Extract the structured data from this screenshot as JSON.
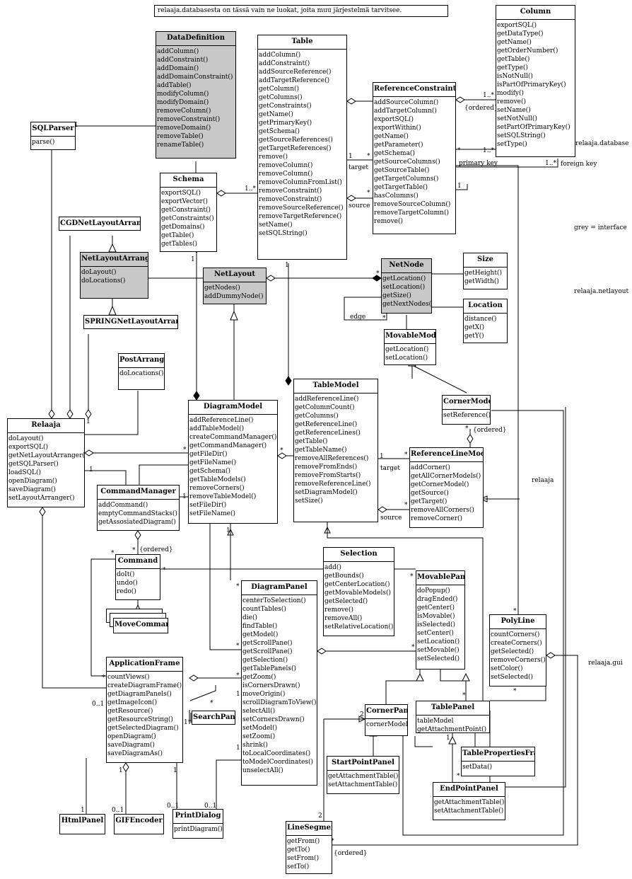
{
  "note": "relaaja.databasesta on tässä vain ne luokat, joita muu järjestelmä tarvitsee.",
  "packages": {
    "database": "relaaja.database",
    "interface_legend": "grey = interface",
    "netlayout": "relaaja.netlayout",
    "relaaja": "relaaja",
    "gui": "relaaja.gui"
  },
  "classes": {
    "DataDefinition": {
      "name": "DataDefinition",
      "methods": [
        "addColumn()",
        "addConstraint()",
        "addDomain()",
        "addDomainConstraint()",
        "addTable()",
        "modifyColumn()",
        "modifyDomain()",
        "removeColumn()",
        "removeConstraint()",
        "removeDomain()",
        "removeTable()",
        "renameTable()"
      ]
    },
    "Table": {
      "name": "Table",
      "methods": [
        "addColumn()",
        "addConstraint()",
        "addSourceReference()",
        "addTargetReference()",
        "getColumn()",
        "getColumns()",
        "getConstraints()",
        "getName()",
        "getPrimaryKey()",
        "getSchema()",
        "getSourceReferences()",
        "getTargetReferences()",
        "remove()",
        "removeColumn()",
        "removeColumn()",
        "removeColumnFromList()",
        "removeConstraint()",
        "removeConstraint()",
        "removeSourceReference()",
        "removeTargetReference()",
        "setName()",
        "setSQLString()"
      ]
    },
    "Column": {
      "name": "Column",
      "methods": [
        "exportSQL()",
        "getDataType()",
        "getName()",
        "getOrderNumber()",
        "getTable()",
        "getType()",
        "isNotNull()",
        "isPartOfPrimaryKey()",
        "modify()",
        "remove()",
        "setName()",
        "setNotNull()",
        "setPartOfPrimaryKey()",
        "setSQLString()",
        "setType()"
      ]
    },
    "ReferenceConstraint": {
      "name": "ReferenceConstraint",
      "methods": [
        "addSourceColumn()",
        "addTargetColumn()",
        "exportSQL()",
        "exportWithin()",
        "getName()",
        "getParameter()",
        "getSchema()",
        "getSourceColumns()",
        "getSourceTable()",
        "getTargetColumns()",
        "getTargetTable()",
        "hasColumns()",
        "removeSourceColumn()",
        "removeTargetColumn()",
        "remove()"
      ]
    },
    "SQLParser": {
      "name": "SQLParser",
      "methods": [
        "parse()"
      ]
    },
    "Schema": {
      "name": "Schema",
      "methods": [
        "exportSQL()",
        "exportVector()",
        "getConstraint()",
        "getConstraints()",
        "getDomains()",
        "getTable()",
        "getTables()"
      ]
    },
    "CGDNetLayoutArranger": {
      "name": "CGDNetLayoutArranger",
      "methods": []
    },
    "NetLayoutArranger": {
      "name": "NetLayoutArranger",
      "methods": [
        "doLayout()",
        "doLocations()"
      ]
    },
    "NetLayout": {
      "name": "NetLayout",
      "methods": [
        "getNodes()",
        "addDummyNode()"
      ]
    },
    "NetNode": {
      "name": "NetNode",
      "methods": [
        "getLocation()",
        "setLocation()",
        "getSize()",
        "getNextNodes()"
      ]
    },
    "Size": {
      "name": "Size",
      "methods": [
        "getHeight()",
        "getWidth()"
      ]
    },
    "Location": {
      "name": "Location",
      "methods": [
        "distance()",
        "getX()",
        "getY()"
      ]
    },
    "SPRINGNetLayoutArranger": {
      "name": "SPRINGNetLayoutArranger",
      "methods": []
    },
    "MovableModel": {
      "name": "MovableModel",
      "methods": [
        "getLocation()",
        "setLocation()"
      ]
    },
    "PostArranger": {
      "name": "PostArranger",
      "methods": [
        "doLocations()"
      ]
    },
    "TableModel": {
      "name": "TableModel",
      "methods": [
        "addReferenceLine()",
        "getColumnCount()",
        "getColumns()",
        "getReferenceLine()",
        "getReferenceLines()",
        "getTable()",
        "getTableName()",
        "removeAllReferences()",
        "removeFromEnds()",
        "removeFromStarts()",
        "removeReferenceLine()",
        "setDiagramModel()",
        "setSize()"
      ]
    },
    "CornerModel": {
      "name": "CornerModel",
      "methods": [
        "setReference()"
      ]
    },
    "DiagramModel": {
      "name": "DiagramModel",
      "methods": [
        "addReferenceLine()",
        "addTableModel()",
        "createCommandManager()",
        "getCommandManager()",
        "getFileDir()",
        "getFileName()",
        "getSchema()",
        "getTableModels()",
        "removeCorners()",
        "removeTableModel()",
        "setFileDir()",
        "setFileName()"
      ]
    },
    "Relaaja": {
      "name": "Relaaja",
      "methods": [
        "doLayout()",
        "exportSQL()",
        "getNetLayoutArranger()",
        "getSQLParser()",
        "loadSQL()",
        "openDiagram()",
        "saveDiagram()",
        "setLayoutArranger()"
      ]
    },
    "ReferenceLineModel": {
      "name": "ReferenceLineModel",
      "methods": [
        "addCorner()",
        "getAllCornerModels()",
        "getCornerModel()",
        "getSource()",
        "getTarget()",
        "removeAllCorners()",
        "removeCorner()"
      ]
    },
    "CommandManager": {
      "name": "CommandManager",
      "methods": [
        "addCommand()",
        "emptyCommandStacks()",
        "getAssosiatedDiagram()"
      ]
    },
    "Selection": {
      "name": "Selection",
      "methods": [
        "add()",
        "getBounds()",
        "getCenterLocation()",
        "getMovableModels()",
        "getSelected()",
        "remove()",
        "removeAll()",
        "setRelativeLocation()"
      ]
    },
    "Command": {
      "name": "Command",
      "methods": [
        "doIt()",
        "undo()",
        "redo()"
      ]
    },
    "MovablePanel": {
      "name": "MovablePanel",
      "methods": [
        "doPopup()",
        "dragEnded()",
        "getCenter()",
        "isMovable()",
        "isSelected()",
        "setCenter()",
        "setLocation()",
        "setMovable()",
        "setSelected()"
      ]
    },
    "DiagramPanel": {
      "name": "DiagramPanel",
      "methods": [
        "centerToSelection()",
        "countTables()",
        "die()",
        "findTable()",
        "getModel()",
        "getScrollPane()",
        "getScrollPane()",
        "getSelection()",
        "getTablePanels()",
        "getZoom()",
        "isCornersDrawn()",
        "moveOrigin()",
        "scrollDiagramToView()",
        "selectAll()",
        "setCornersDrawn()",
        "setModel()",
        "setZoom()",
        "shrink()",
        "toLocalCoordinates()",
        "toModelCoordinates()",
        "unselectAll()"
      ]
    },
    "MoveCommand": {
      "name": "MoveCommand",
      "methods": []
    },
    "PolyLine": {
      "name": "PolyLine",
      "methods": [
        "countCorners()",
        "createCorners()",
        "getSelected()",
        "removeCorners()",
        "setColor()",
        "setSelected()"
      ]
    },
    "ApplicationFrame": {
      "name": "ApplicationFrame",
      "methods": [
        "countViews()",
        "createDiagramFrame()",
        "getDiagramPanels()",
        "getImageIcon()",
        "getResource()",
        "getResourceString()",
        "getSelectedDiagram()",
        "openDiagram()",
        "saveDiagram()",
        "saveDiagramAs()"
      ]
    },
    "SearchPanel": {
      "name": "SearchPanel",
      "methods": []
    },
    "CornerPanel": {
      "name": "CornerPanel",
      "methods": [
        "cornerModel"
      ]
    },
    "TablePanel": {
      "name": "TablePanel",
      "methods": [
        "tableModel",
        "getAttachmentPoint()"
      ]
    },
    "TablePropertiesFrame": {
      "name": "TablePropertiesFrame",
      "methods": [
        "setData()"
      ]
    },
    "StartPointPanel": {
      "name": "StartPointPanel",
      "methods": [
        "getAttachmentTable()",
        "setAttachmentTable()"
      ]
    },
    "EndPointPanel": {
      "name": "EndPointPanel",
      "methods": [
        "getAttachmentTable()",
        "setAttachmentTable()"
      ]
    },
    "HtmlPanel": {
      "name": "HtmlPanel",
      "methods": []
    },
    "GIFEncoder": {
      "name": "GIFEncoder",
      "methods": []
    },
    "PrintDialog": {
      "name": "PrintDialog",
      "methods": [
        "printDiagram()"
      ]
    },
    "LineSegment": {
      "name": "LineSegment",
      "methods": [
        "getFrom()",
        "getTo()",
        "setFrom()",
        "setTo()"
      ]
    }
  },
  "interfaces": [
    "DataDefinition",
    "NetLayoutArranger",
    "NetLayout",
    "NetNode"
  ],
  "edge_labels": {
    "one": "1",
    "one_many": "1..*",
    "many": "*",
    "zero_one": "0..1",
    "two": "2",
    "ordered": "{ordered}",
    "target": "target",
    "source": "source",
    "edge": "edge",
    "primary_key": "primary key",
    "foreign_key": "foreign key"
  }
}
